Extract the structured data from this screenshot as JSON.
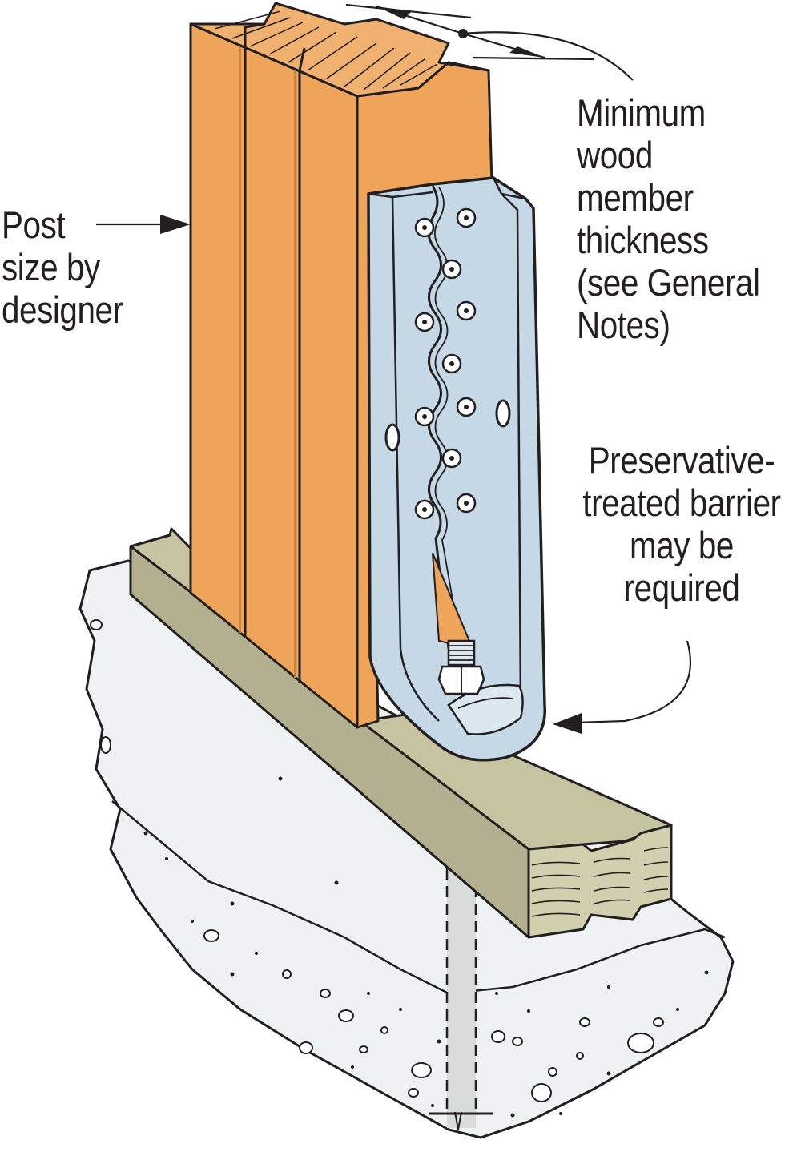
{
  "labels": {
    "post_size": [
      "Post",
      "size by",
      "designer"
    ],
    "min_thickness": [
      "Minimum",
      "wood",
      "member",
      "thickness",
      "(see General",
      "Notes)"
    ],
    "barrier": [
      "Preservative-",
      "treated barrier",
      "may be",
      "required"
    ]
  },
  "colors": {
    "post_wood": "#eea55a",
    "post_end_grain": "#f0b070",
    "sill_top": "#c6c3a1",
    "sill_side": "#b3b08f",
    "bracket_steel": "#c4d8e6",
    "bracket_edge": "#a9c2d4",
    "concrete": "#eef2f2",
    "anchor_rod_shadow": "#d8dcda",
    "ink": "#231f20"
  }
}
